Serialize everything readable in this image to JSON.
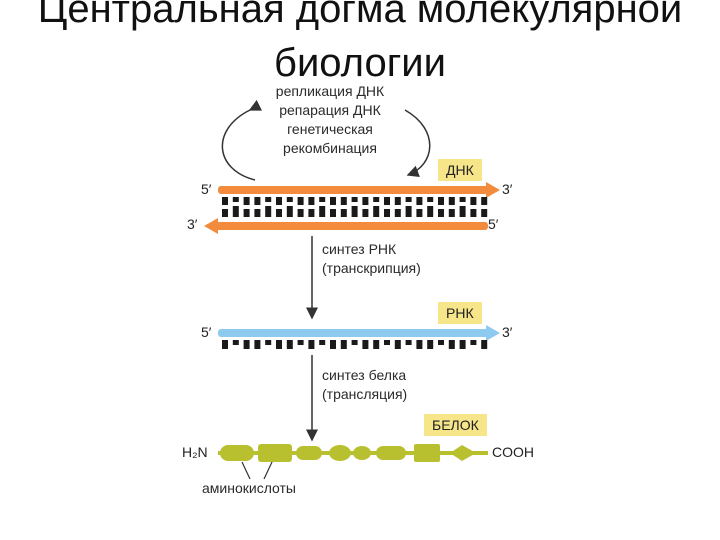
{
  "title": "Центральная догма молекулярной биологии",
  "top_process": [
    "репликация ДНК",
    "репарация ДНК",
    "генетическая",
    "рекомбинация"
  ],
  "dna": {
    "tag": "ДНК",
    "top_left": "5′",
    "top_right": "3′",
    "bottom_left": "3′",
    "bottom_right": "5′"
  },
  "transcription": {
    "line1": "синтез РНК",
    "line2": "(транскрипция)"
  },
  "rna": {
    "tag": "РНК",
    "left": "5′",
    "right": "3′"
  },
  "translation": {
    "line1": "синтез белка",
    "line2": "(трансляция)"
  },
  "protein": {
    "tag": "БЕЛОК",
    "n_term": "H₂N",
    "c_term": "COOH",
    "amino_label": "аминокислоты"
  },
  "colors": {
    "dna_strand": "#f28b3c",
    "rna_strand": "#8ec9f0",
    "tag_bg": "#f7e58a",
    "amino": "#b8c030",
    "base": "#1a1a1a"
  }
}
